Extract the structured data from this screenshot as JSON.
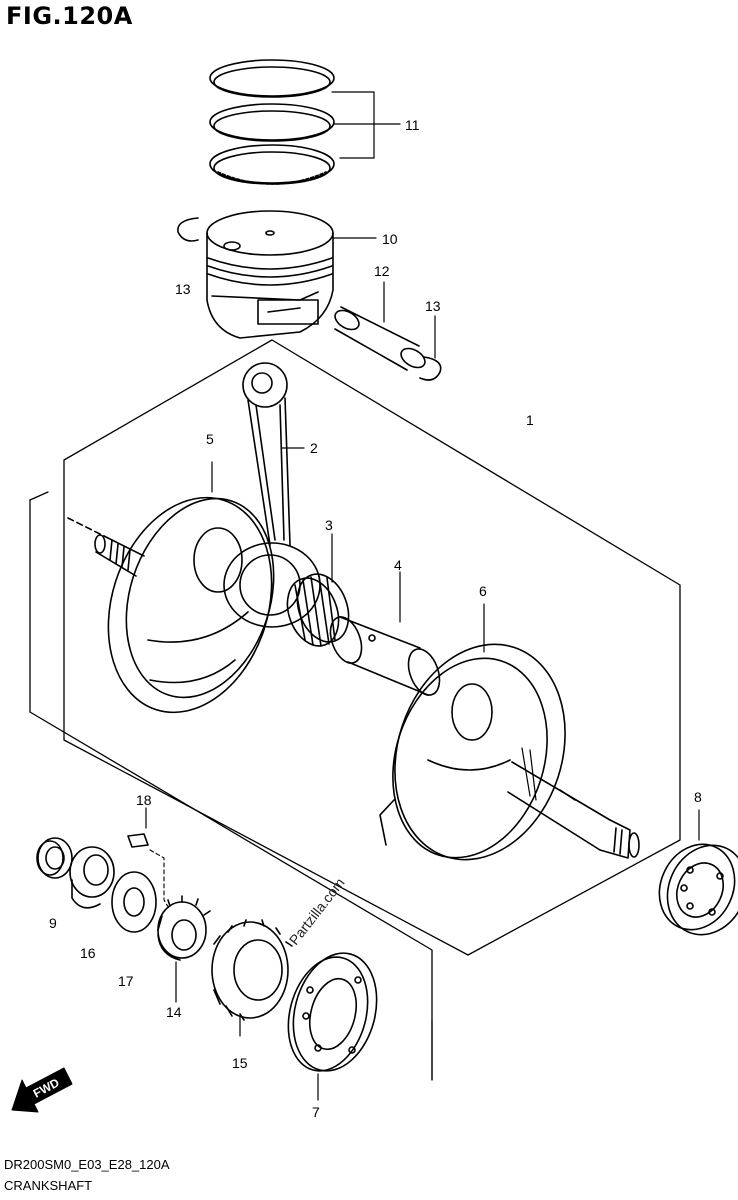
{
  "figure": {
    "title": "FIG.120A",
    "code": "DR200SM0_E03_E28_120A",
    "name": "CRANKSHAFT",
    "watermark": "Partzilla.com",
    "direction_badge": "FWD"
  },
  "callouts": [
    {
      "id": "c1",
      "label": "1"
    },
    {
      "id": "c2",
      "label": "2"
    },
    {
      "id": "c3",
      "label": "3"
    },
    {
      "id": "c4",
      "label": "4"
    },
    {
      "id": "c5",
      "label": "5"
    },
    {
      "id": "c6",
      "label": "6"
    },
    {
      "id": "c7",
      "label": "7"
    },
    {
      "id": "c8",
      "label": "8"
    },
    {
      "id": "c9",
      "label": "9"
    },
    {
      "id": "c10",
      "label": "10"
    },
    {
      "id": "c11",
      "label": "11"
    },
    {
      "id": "c12",
      "label": "12"
    },
    {
      "id": "c13a",
      "label": "13"
    },
    {
      "id": "c13b",
      "label": "13"
    },
    {
      "id": "c14",
      "label": "14"
    },
    {
      "id": "c15",
      "label": "15"
    },
    {
      "id": "c16",
      "label": "16"
    },
    {
      "id": "c17",
      "label": "17"
    },
    {
      "id": "c18",
      "label": "18"
    }
  ],
  "colors": {
    "line": "#000000",
    "background": "#ffffff"
  }
}
